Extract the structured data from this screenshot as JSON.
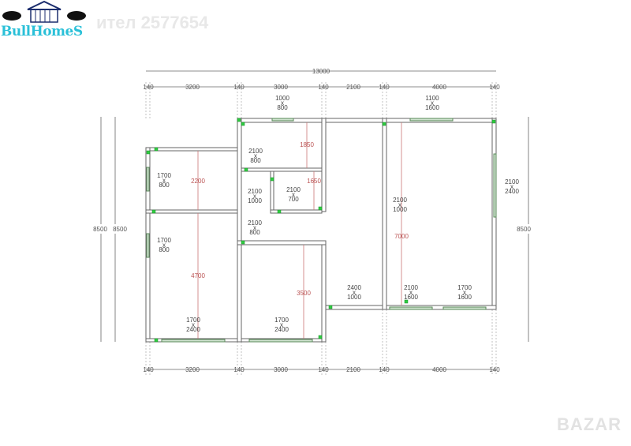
{
  "watermark": "ител 2577654",
  "logo": {
    "text": "BullHomeS"
  },
  "bazar_logo": "BAZAR",
  "dimensions": {
    "total_width": "13000",
    "wall": "140",
    "segments": [
      "3200",
      "3000",
      "2100",
      "4000"
    ],
    "height_outer": "8500",
    "height_inner": "8500",
    "height_right": "8500"
  },
  "openings": {
    "top_window_1": [
      "1000",
      "x",
      "800"
    ],
    "top_window_2": [
      "1100",
      "x",
      "1600"
    ],
    "door_a": [
      "2100",
      "x",
      "800"
    ],
    "win_left_top": [
      "1700",
      "x",
      "800"
    ],
    "win_left_bottom": [
      "1700",
      "x",
      "800"
    ],
    "door_hall": [
      "2100",
      "x",
      "1000"
    ],
    "door_small": [
      "2100",
      "x",
      "700"
    ],
    "door_mid": [
      "2100",
      "x",
      "800"
    ],
    "door_living": [
      "2100",
      "x",
      "1000"
    ],
    "win_right": [
      "2100",
      "x",
      "2400"
    ],
    "door_entry": [
      "2400",
      "x",
      "1000"
    ],
    "win_bottom_1": [
      "2100",
      "x",
      "1600"
    ],
    "win_bottom_2": [
      "1700",
      "x",
      "1600"
    ],
    "win_bl": [
      "1700",
      "x",
      "2400"
    ],
    "win_bm": [
      "1700",
      "x",
      "2400"
    ]
  },
  "room_depths": {
    "r1": "2200",
    "r2": "4700",
    "r3": "1850",
    "r4": "1650",
    "r5": "3500",
    "r6": "7000"
  }
}
